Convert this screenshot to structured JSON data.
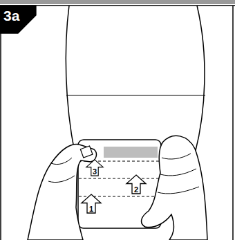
{
  "diagram": {
    "nodes": [
      {
        "text": [
          "3a"
        ]
      },
      {
        "text": [
          "3"
        ]
      },
      {
        "text": [
          "2"
        ]
      },
      {
        "text": [
          "1"
        ]
      }
    ]
  }
}
